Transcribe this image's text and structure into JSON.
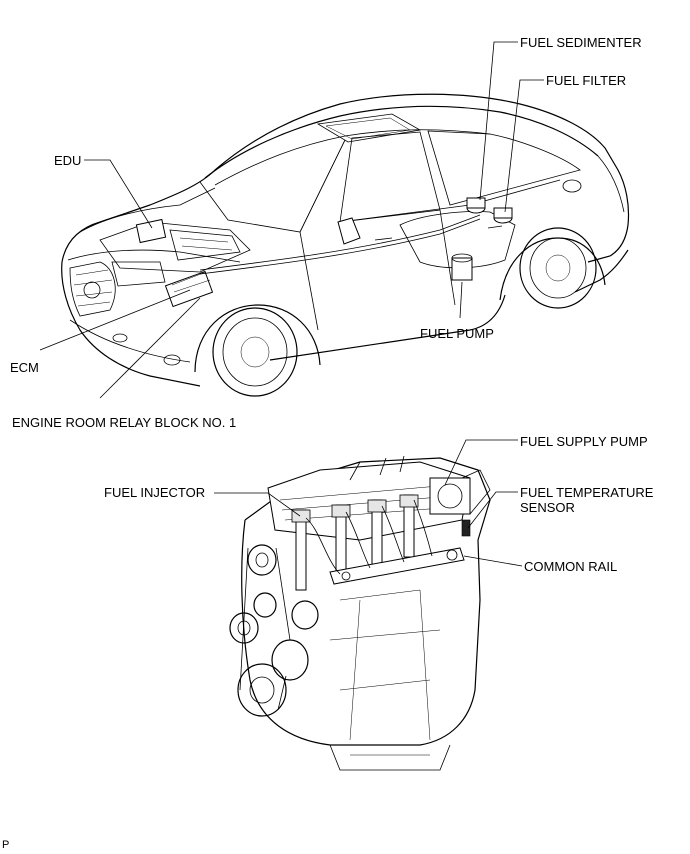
{
  "labels": {
    "fuel_sedimenter": "FUEL SEDIMENTER",
    "fuel_filter": "FUEL FILTER",
    "edu": "EDU",
    "fuel_pump": "FUEL PUMP",
    "ecm": "ECM",
    "engine_room_relay_block": "ENGINE ROOM RELAY BLOCK NO. 1",
    "fuel_supply_pump": "FUEL SUPPLY PUMP",
    "fuel_injector": "FUEL INJECTOR",
    "fuel_temperature_sensor_line1": "FUEL TEMPERATURE",
    "fuel_temperature_sensor_line2": "SENSOR",
    "common_rail": "COMMON RAIL",
    "page_marker": "P"
  }
}
